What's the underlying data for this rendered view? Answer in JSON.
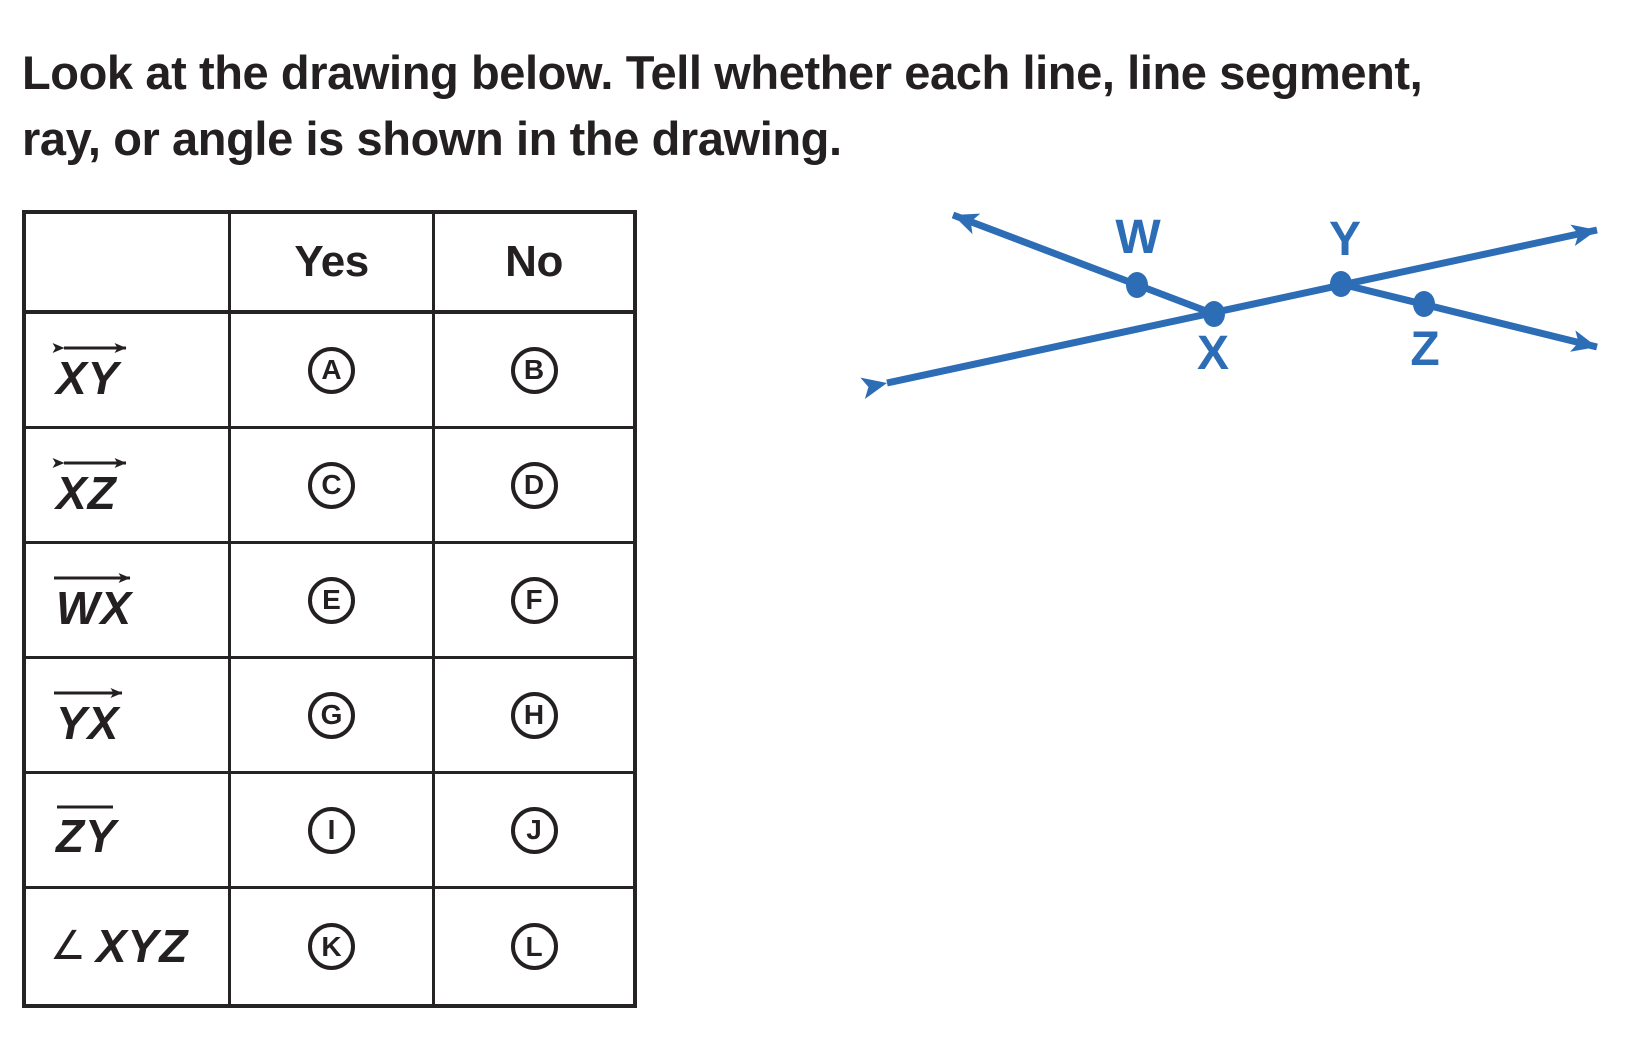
{
  "question": {
    "text_lines": [
      "Look at the drawing below. Tell whether each line, line segment,",
      "ray, or angle is shown in the drawing."
    ]
  },
  "table": {
    "header": {
      "yes": "Yes",
      "no": "No"
    },
    "rows": [
      {
        "notation": "XY",
        "symbol_type": "line",
        "yes_letter": "A",
        "no_letter": "B"
      },
      {
        "notation": "XZ",
        "symbol_type": "line",
        "yes_letter": "C",
        "no_letter": "D"
      },
      {
        "notation": "WX",
        "symbol_type": "ray",
        "yes_letter": "E",
        "no_letter": "F"
      },
      {
        "notation": "YX",
        "symbol_type": "ray",
        "yes_letter": "G",
        "no_letter": "H"
      },
      {
        "notation": "ZY",
        "symbol_type": "segment",
        "yes_letter": "I",
        "no_letter": "J"
      },
      {
        "notation": "XYZ",
        "symbol_type": "angle",
        "angle_symbol": "∠",
        "yes_letter": "K",
        "no_letter": "L"
      }
    ]
  },
  "drawing": {
    "point_labels": {
      "w": "W",
      "x": "X",
      "y": "Y",
      "z": "Z"
    }
  },
  "colors": {
    "accent_blue": "#2d6db6",
    "ink": "#242021"
  }
}
